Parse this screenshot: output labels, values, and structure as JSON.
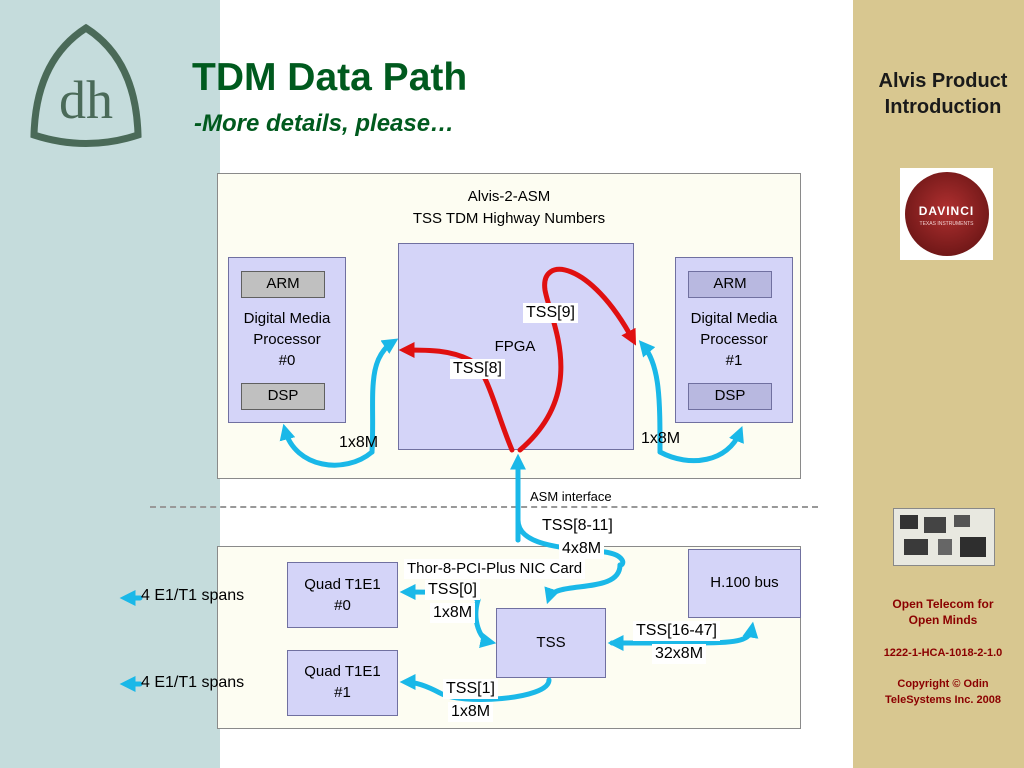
{
  "slide": {
    "title": "TDM Data Path",
    "subtitle": "-More details, please…",
    "side_title": "Alvis Product Introduction",
    "davinci_logo_text": "DAVINCI",
    "davinci_logo_subtext": "TEXAS INSTRUMENTS",
    "company_tagline": "Open Telecom for Open Minds",
    "doc_number": "1222-1-HCA-1018-2-1.0",
    "copyright": "Copyright © Odin TeleSystems Inc. 2008"
  },
  "asm": {
    "title_line1": "Alvis-2-ASM",
    "title_line2": "TSS TDM Highway Numbers",
    "dmp0": {
      "arm": "ARM",
      "label1": "Digital Media",
      "label2": "Processor",
      "label3": "#0",
      "dsp": "DSP"
    },
    "dmp1": {
      "arm": "ARM",
      "label1": "Digital Media",
      "label2": "Processor",
      "label3": "#1",
      "dsp": "DSP"
    },
    "fpga": "FPGA",
    "tss9": "TSS[9]",
    "tss8": "TSS[8]",
    "link_left": "1x8M",
    "link_right": "1x8M",
    "asm_interface": "ASM interface"
  },
  "nic": {
    "tss_8_11": "TSS[8-11]",
    "rate_4x8m": "4x8M",
    "title": "Thor-8-PCI-Plus NIC Card",
    "quad0_line1": "Quad T1E1",
    "quad0_line2": "#0",
    "quad1_line1": "Quad T1E1",
    "quad1_line2": "#1",
    "tss0": "TSS[0]",
    "tss0_rate": "1x8M",
    "tss1": "TSS[1]",
    "tss1_rate": "1x8M",
    "tss": "TSS",
    "h100": "H.100 bus",
    "tss_16_47": "TSS[16-47]",
    "rate_32x8m": "32x8M",
    "spans0": "4 E1/T1 spans",
    "spans1": "4 E1/T1 spans"
  },
  "colors": {
    "title_green": "#005a1e",
    "arrow_cyan": "#1ab8e8",
    "arrow_red": "#e01010",
    "sidebar_tan": "#d8c790",
    "left_teal": "#c5dcdc"
  }
}
